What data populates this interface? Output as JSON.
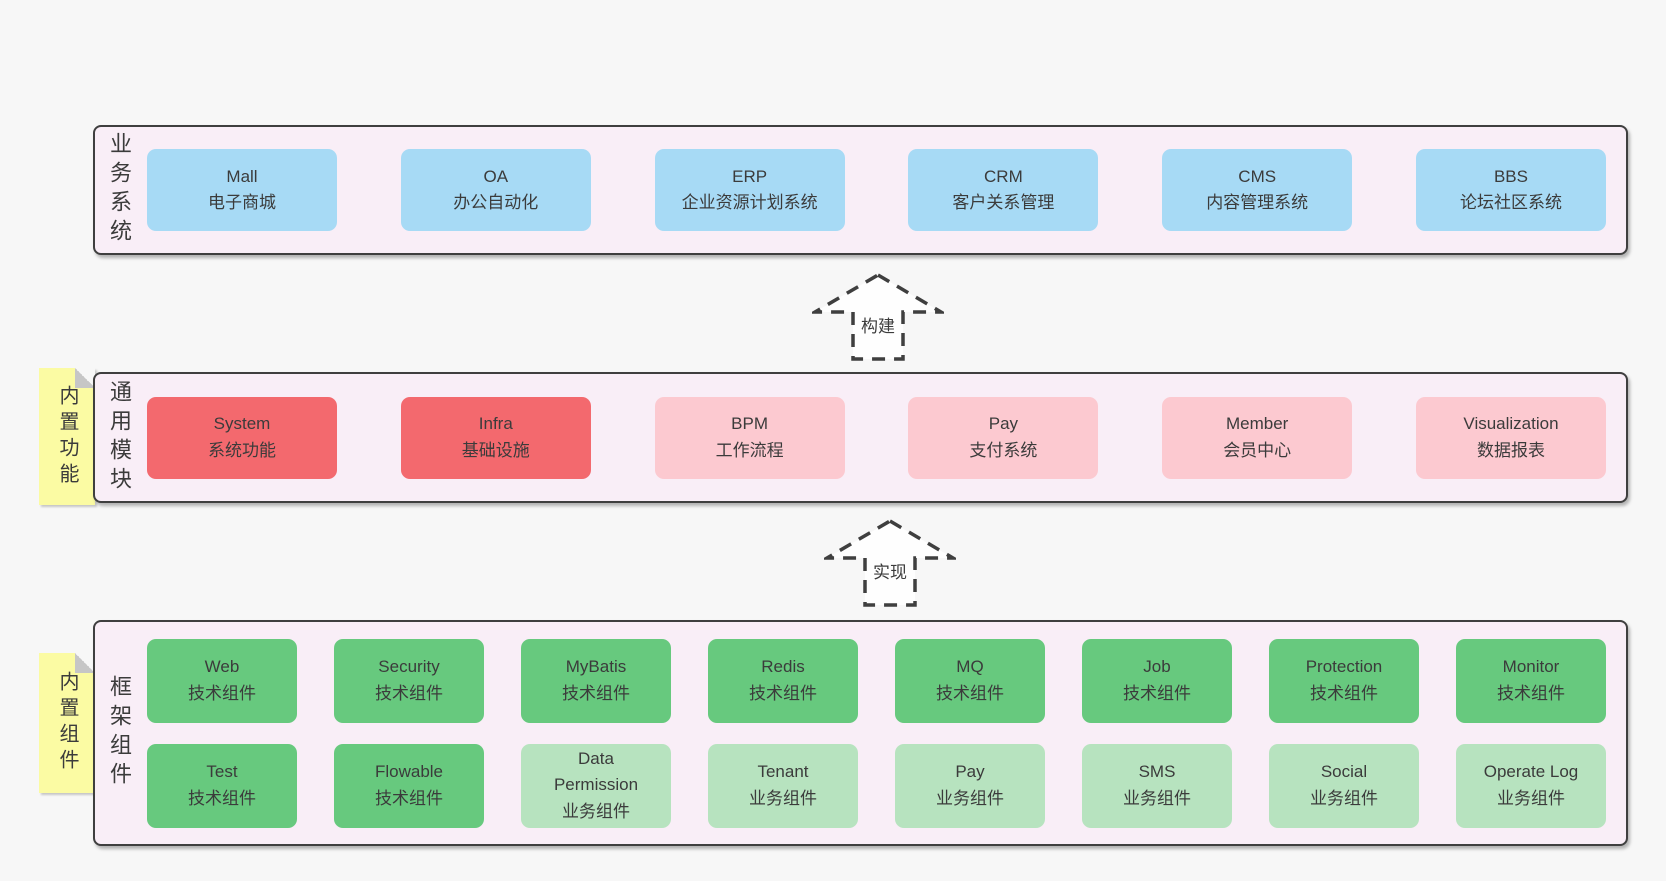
{
  "colors": {
    "background": "#f7f7f7",
    "container_fill": "#f9eef7",
    "container_border": "#3f3f3f",
    "blue_box": "#a7daf5",
    "red_box": "#f3696e",
    "pink_box": "#fcc9d0",
    "green_dark_box": "#67c97e",
    "green_light_box": "#b7e3bf",
    "sticky_yellow": "#fbfba3",
    "text": "#3b3b3b"
  },
  "sections": {
    "business": {
      "label": "业务系统",
      "boxes": [
        {
          "en": "Mall",
          "cn": "电子商城"
        },
        {
          "en": "OA",
          "cn": "办公自动化"
        },
        {
          "en": "ERP",
          "cn": "企业资源计划系统"
        },
        {
          "en": "CRM",
          "cn": "客户关系管理"
        },
        {
          "en": "CMS",
          "cn": "内容管理系统"
        },
        {
          "en": "BBS",
          "cn": "论坛社区系统"
        }
      ]
    },
    "modules": {
      "label": "通用模块",
      "sticky": "内置功能",
      "boxes": [
        {
          "en": "System",
          "cn": "系统功能"
        },
        {
          "en": "Infra",
          "cn": "基础设施"
        },
        {
          "en": "BPM",
          "cn": "工作流程"
        },
        {
          "en": "Pay",
          "cn": "支付系统"
        },
        {
          "en": "Member",
          "cn": "会员中心"
        },
        {
          "en": "Visualization",
          "cn": "数据报表"
        }
      ]
    },
    "components": {
      "label": "框架组件",
      "sticky": "内置组件",
      "row1": [
        {
          "en": "Web",
          "cn": "技术组件"
        },
        {
          "en": "Security",
          "cn": "技术组件"
        },
        {
          "en": "MyBatis",
          "cn": "技术组件"
        },
        {
          "en": "Redis",
          "cn": "技术组件"
        },
        {
          "en": "MQ",
          "cn": "技术组件"
        },
        {
          "en": "Job",
          "cn": "技术组件"
        },
        {
          "en": "Protection",
          "cn": "技术组件"
        },
        {
          "en": "Monitor",
          "cn": "技术组件"
        }
      ],
      "row2": [
        {
          "en": "Test",
          "cn": "技术组件"
        },
        {
          "en": "Flowable",
          "cn": "技术组件"
        },
        {
          "en": "Data Permission",
          "cn": "业务组件"
        },
        {
          "en": "Tenant",
          "cn": "业务组件"
        },
        {
          "en": "Pay",
          "cn": "业务组件"
        },
        {
          "en": "SMS",
          "cn": "业务组件"
        },
        {
          "en": "Social",
          "cn": "业务组件"
        },
        {
          "en": "Operate Log",
          "cn": "业务组件"
        }
      ]
    }
  },
  "arrows": {
    "build": "构建",
    "implement": "实现"
  }
}
